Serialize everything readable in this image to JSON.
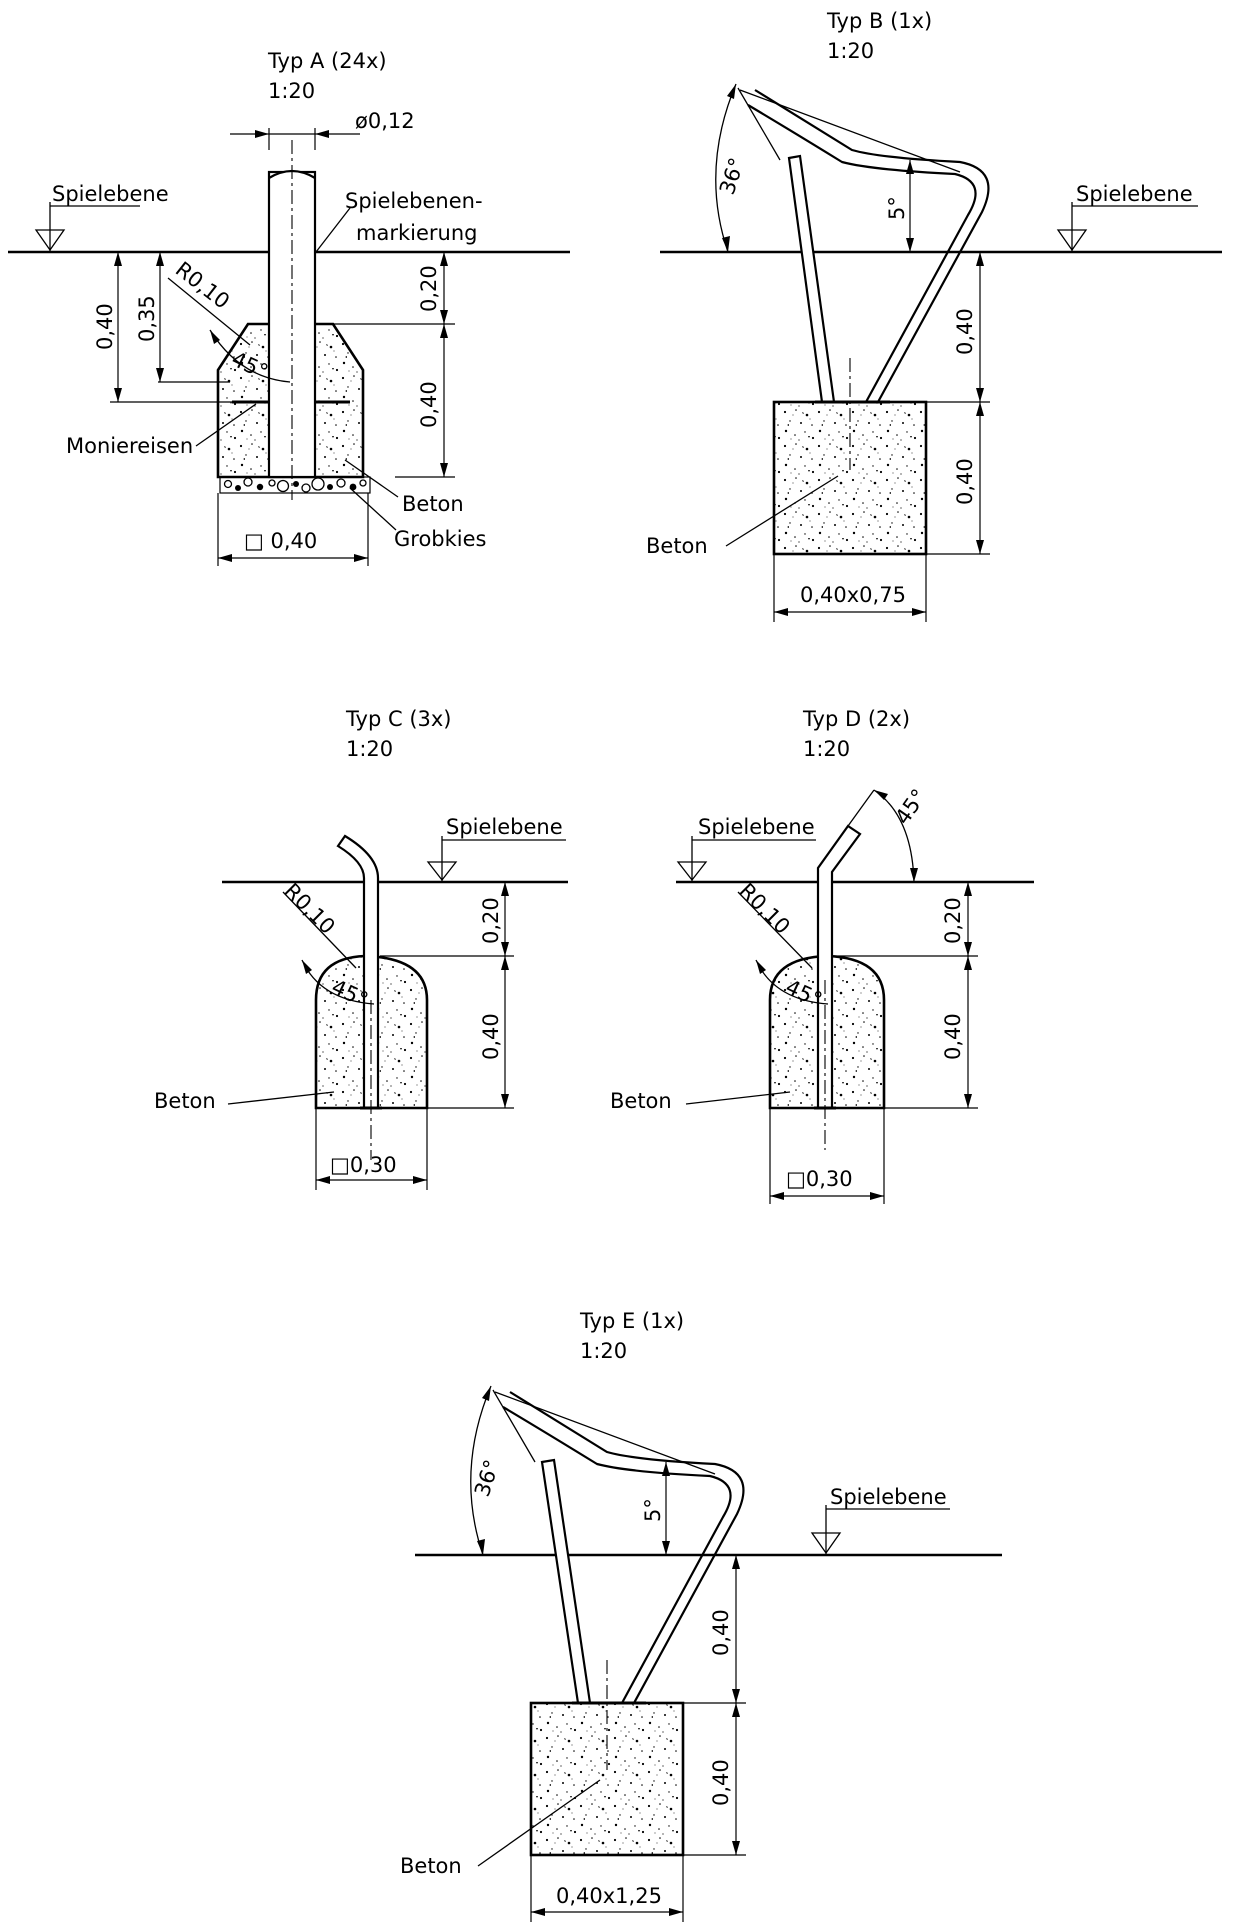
{
  "types": {
    "A": {
      "title": "Typ A (24x)",
      "scale": "1:20",
      "diameter": "ø0,12",
      "ground_label": "Spielebene",
      "marker_label_1": "Spielebenen-",
      "marker_label_2": "markierung",
      "depth_total": "0,40",
      "depth_rebar": "0,35",
      "radius": "R0,10",
      "angle": "45°",
      "dim_top": "0,20",
      "dim_bottom": "0,40",
      "rebar_label": "Moniereisen",
      "concrete_label": "Beton",
      "gravel_label": "Grobkies",
      "width": "□ 0,40"
    },
    "B": {
      "title": "Typ B (1x)",
      "scale": "1:20",
      "angle_incline": "36°",
      "angle_small": "5°",
      "ground_label": "Spielebene",
      "dim_upper": "0,40",
      "dim_lower": "0,40",
      "concrete_label": "Beton",
      "width": "0,40x0,75"
    },
    "C": {
      "title": "Typ C (3x)",
      "scale": "1:20",
      "ground_label": "Spielebene",
      "radius": "R0,10",
      "angle": "45°",
      "dim_top": "0,20",
      "dim_bottom": "0,40",
      "concrete_label": "Beton",
      "width": "□0,30"
    },
    "D": {
      "title": "Typ D (2x)",
      "scale": "1:20",
      "ground_label": "Spielebene",
      "angle_top": "45°",
      "radius": "R0,10",
      "angle": "45°",
      "dim_top": "0,20",
      "dim_bottom": "0,40",
      "concrete_label": "Beton",
      "width": "□0,30"
    },
    "E": {
      "title": "Typ E (1x)",
      "scale": "1:20",
      "angle_incline": "36°",
      "angle_small": "5°",
      "ground_label": "Spielebene",
      "dim_upper": "0,40",
      "dim_lower": "0,40",
      "concrete_label": "Beton",
      "width": "0,40x1,25"
    }
  }
}
